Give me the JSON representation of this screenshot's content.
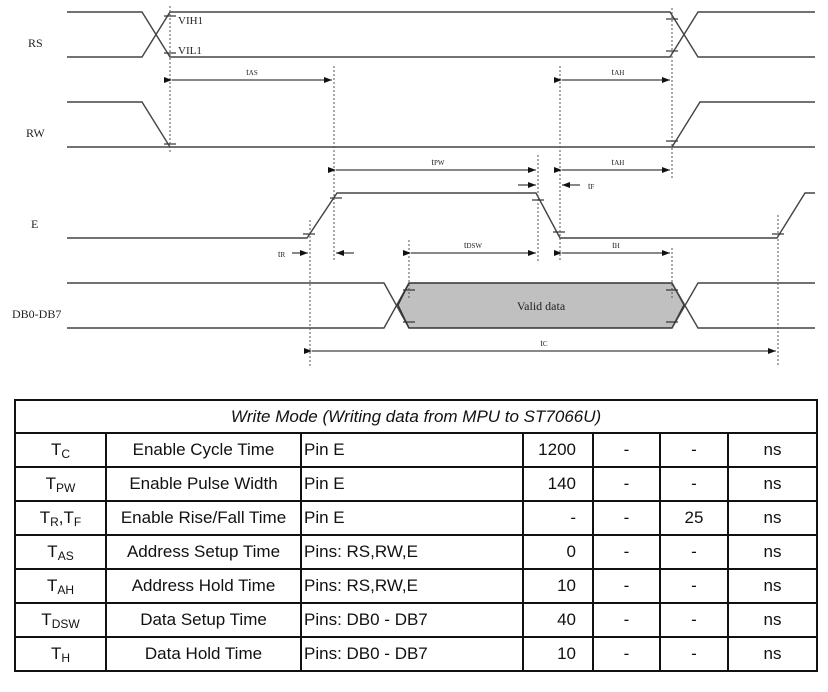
{
  "diagram": {
    "signals": [
      {
        "name": "RS",
        "label": "RS"
      },
      {
        "name": "RW",
        "label": "RW"
      },
      {
        "name": "E",
        "label": "E"
      },
      {
        "name": "DB",
        "label": "DB0-DB7"
      }
    ],
    "levels": {
      "vih": "VIH1",
      "vil": "VIL1"
    },
    "timing_labels": {
      "tas": "tAS",
      "tah_rs": "tAH",
      "tpw": "tPW",
      "tah_e": "tAH",
      "tf": "tf",
      "tr": "tr",
      "tdsw": "tDSW",
      "th": "tH",
      "tc": "tC"
    },
    "valid_data_label": "Valid data",
    "colors": {
      "valid_fill": "#c0c0c0",
      "line": "#444444"
    }
  },
  "table": {
    "title": "Write Mode (Writing data from MPU to ST7066U)",
    "rows": [
      {
        "sym": "T",
        "sub": "C",
        "sub2": "",
        "desc": "Enable Cycle Time",
        "cond": "Pin E",
        "min": "1200",
        "typ": "-",
        "max": "-",
        "unit": "ns"
      },
      {
        "sym": "T",
        "sub": "PW",
        "sub2": "",
        "desc": "Enable Pulse Width",
        "cond": "Pin E",
        "min": "140",
        "typ": "-",
        "max": "-",
        "unit": "ns"
      },
      {
        "sym": "T",
        "sub": "R",
        "sub2": "F",
        "desc": "Enable Rise/Fall Time",
        "cond": "Pin E",
        "min": "-",
        "typ": "-",
        "max": "25",
        "unit": "ns"
      },
      {
        "sym": "T",
        "sub": "AS",
        "sub2": "",
        "desc": "Address Setup Time",
        "cond": "Pins: RS,RW,E",
        "min": "0",
        "typ": "-",
        "max": "-",
        "unit": "ns"
      },
      {
        "sym": "T",
        "sub": "AH",
        "sub2": "",
        "desc": "Address Hold Time",
        "cond": "Pins: RS,RW,E",
        "min": "10",
        "typ": "-",
        "max": "-",
        "unit": "ns"
      },
      {
        "sym": "T",
        "sub": "DSW",
        "sub2": "",
        "desc": "Data Setup Time",
        "cond": "Pins: DB0 - DB7",
        "min": "40",
        "typ": "-",
        "max": "-",
        "unit": "ns"
      },
      {
        "sym": "T",
        "sub": "H",
        "sub2": "",
        "desc": "Data Hold Time",
        "cond": "Pins: DB0 - DB7",
        "min": "10",
        "typ": "-",
        "max": "-",
        "unit": "ns"
      }
    ]
  }
}
